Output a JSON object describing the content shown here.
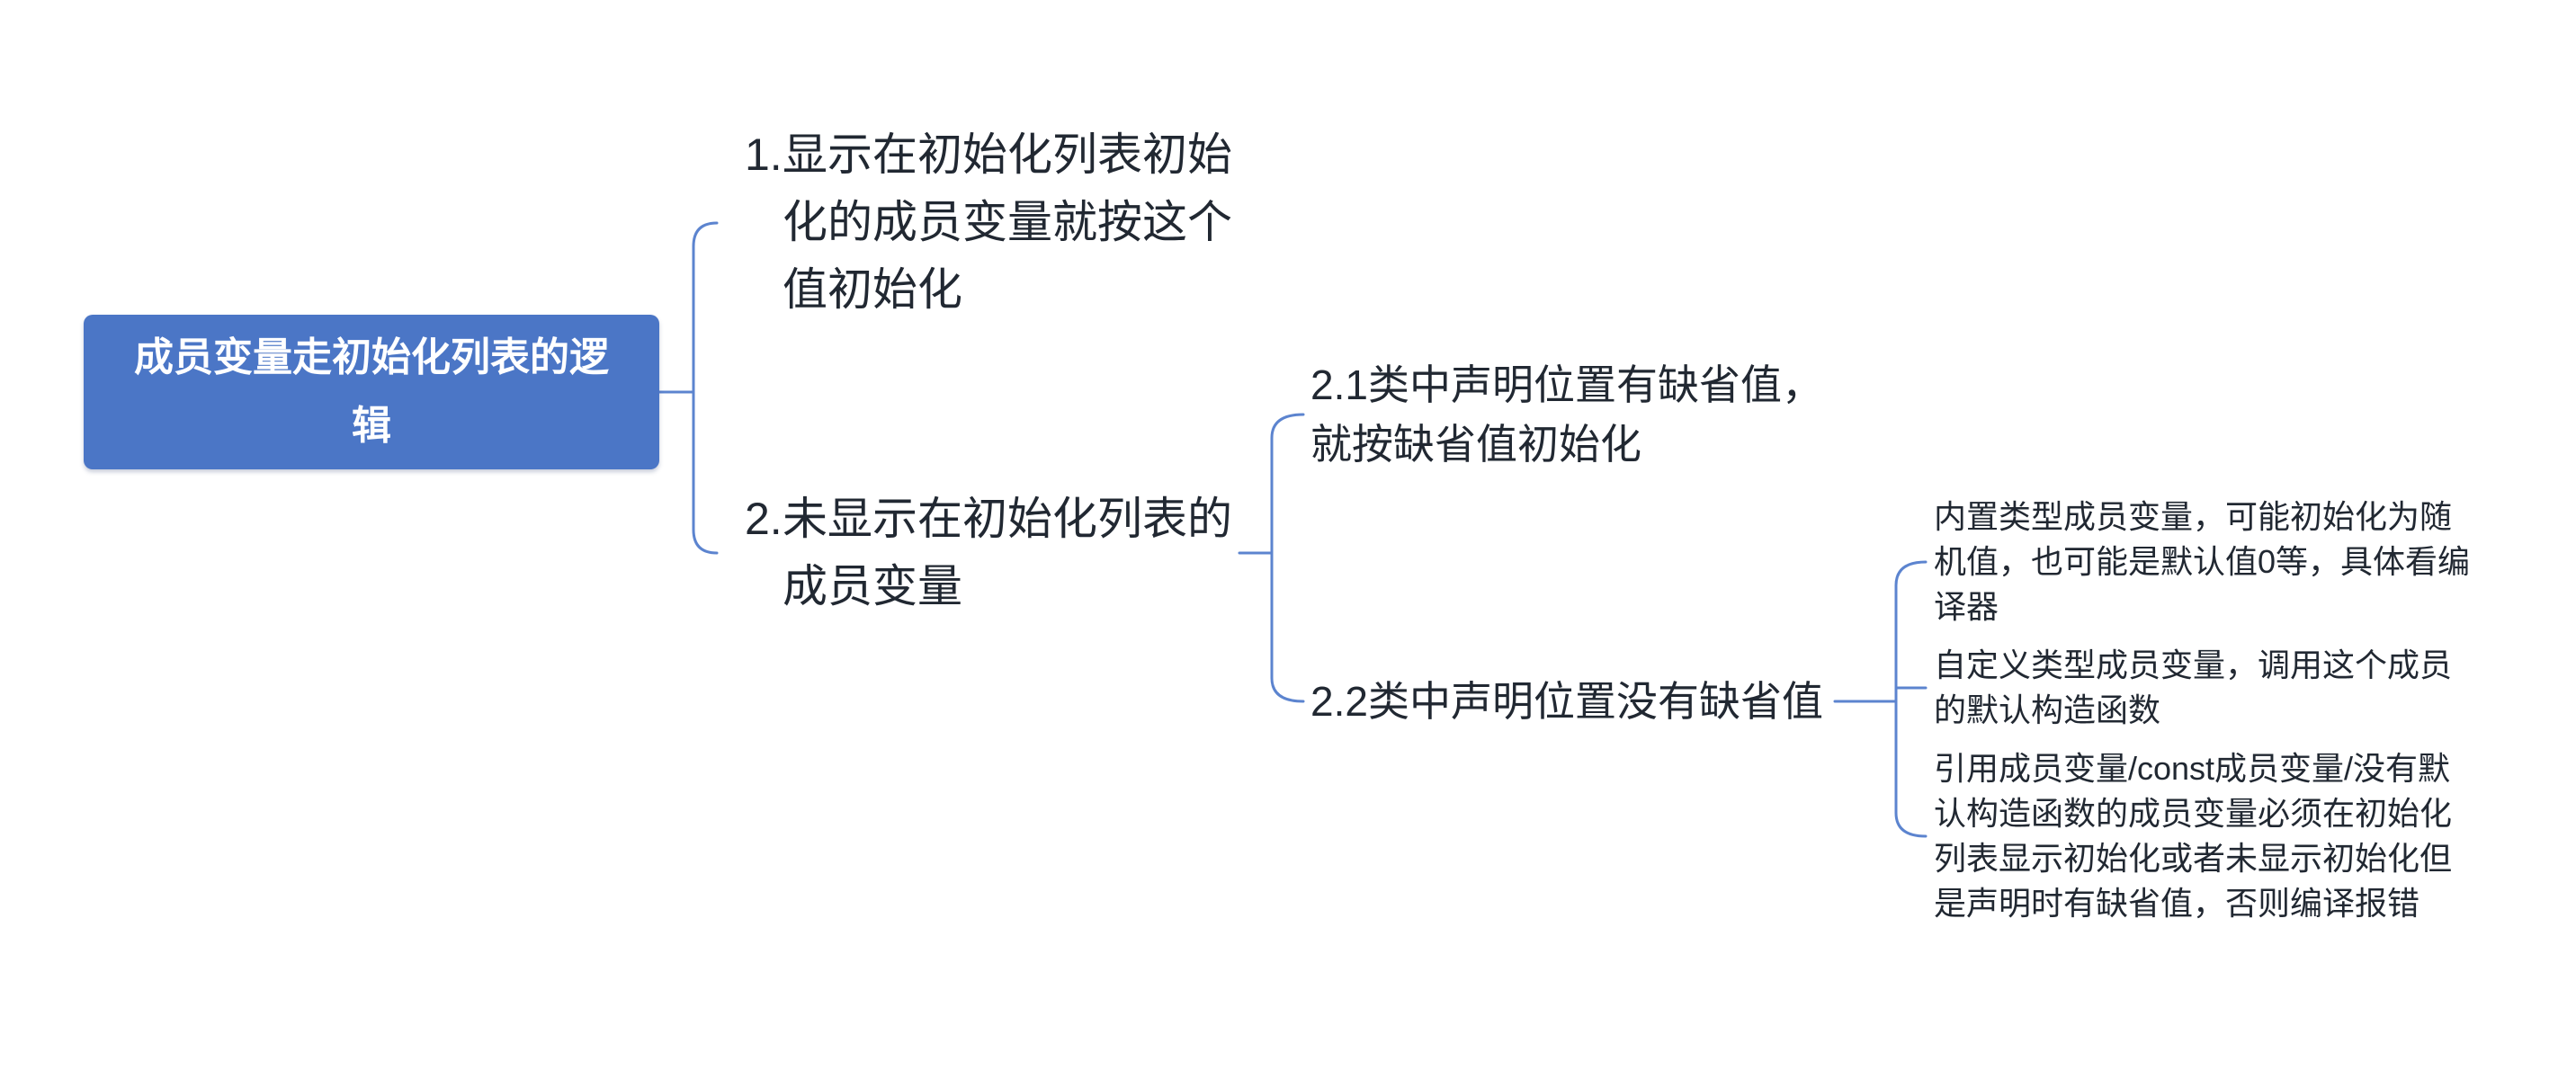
{
  "root": {
    "label": "成员变量走初始化列表的逻\n辑"
  },
  "branch1": {
    "marker": "1.",
    "text": "显示在初始化列表初始\n化的成员变量就按这个\n值初始化"
  },
  "branch2": {
    "marker": "2.",
    "text": "未显示在初始化列表的\n成员变量"
  },
  "branch21": {
    "text": "2.1类中声明位置有缺省值，\n就按缺省值初始化"
  },
  "branch22": {
    "text": "2.2类中声明位置没有缺省值"
  },
  "leaves": {
    "builtin": {
      "text": "内置类型成员变量，可能初始化为随\n机值，也可能是默认值0等，具体看编\n译器"
    },
    "custom": {
      "text": "自定义类型成员变量，调用这个成员\n的默认构造函数"
    },
    "ref_const": {
      "text": "引用成员变量/const成员变量/没有默\n认构造函数的成员变量必须在初始化\n列表显示初始化或者未显示初始化但\n是声明时有缺省值，否则编译报错"
    }
  },
  "colors": {
    "root_bg": "#4B76C6",
    "root_text": "#FFFFFF",
    "connector": "#5C84CF",
    "text": "#212832",
    "canvas_bg": "#FFFFFF"
  }
}
